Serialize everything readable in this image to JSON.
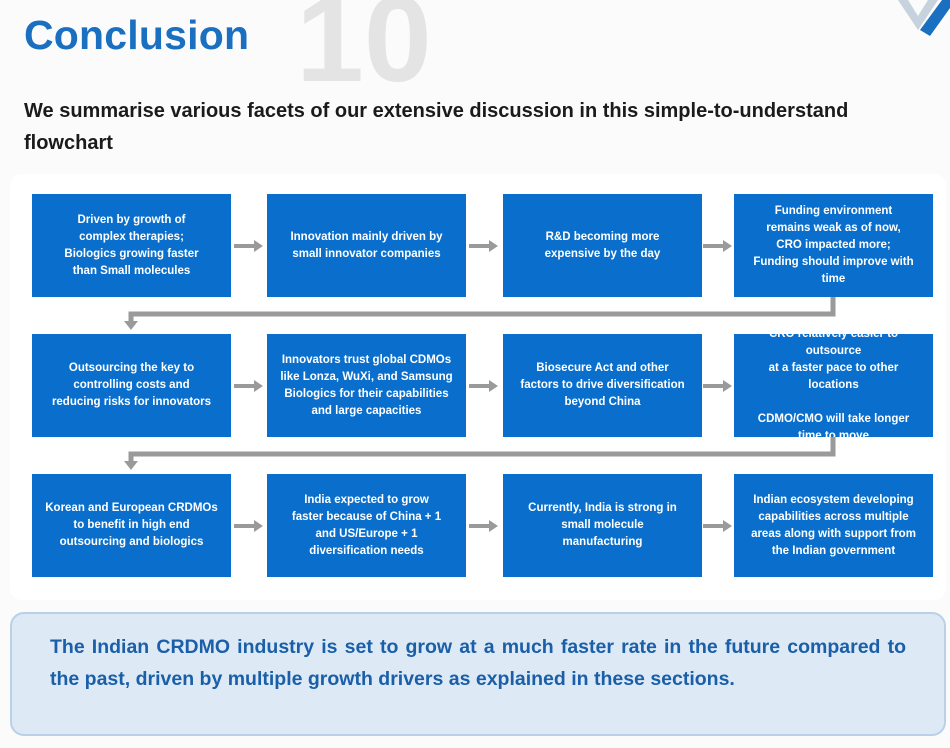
{
  "header": {
    "title": "Conclusion",
    "section_number": "10"
  },
  "subtitle": "We summarise various facets of our extensive discussion in this simple-to-understand flowchart",
  "flowchart": {
    "rows": [
      [
        "Driven by growth of\ncomplex therapies;\nBiologics growing faster\nthan Small molecules",
        "Innovation mainly driven by\nsmall innovator companies",
        "R&D becoming more\nexpensive by the day",
        "Funding environment\nremains weak as of now,\nCRO impacted more;\nFunding should improve with\ntime"
      ],
      [
        "Outsourcing the key to\ncontrolling costs and\nreducing risks for innovators",
        "Innovators trust global CDMOs\nlike Lonza, WuXi, and Samsung\nBiologics for their capabilities\nand large capacities",
        "Biosecure Act and other\nfactors to drive diversification\nbeyond China",
        "CRO relatively easier to outsource\nat a faster pace to other locations\n\nCDMO/CMO will take longer\ntime to move"
      ],
      [
        "Korean and European CRDMOs\nto benefit in high end\noutsourcing and biologics",
        "India expected to grow\nfaster because of China + 1\nand US/Europe + 1\ndiversification needs",
        "Currently, India is strong in\nsmall molecule\nmanufacturing",
        "Indian ecosystem developing\ncapabilities across multiple\nareas along with support from\nthe Indian government"
      ]
    ],
    "colors": {
      "box": "#0a6fcc",
      "arrow": "#9a9a9a"
    }
  },
  "conclusion_text": "The Indian CRDMO industry is set to grow at a much faster rate in the future compared to the past, driven by multiple growth drivers as explained in these sections."
}
